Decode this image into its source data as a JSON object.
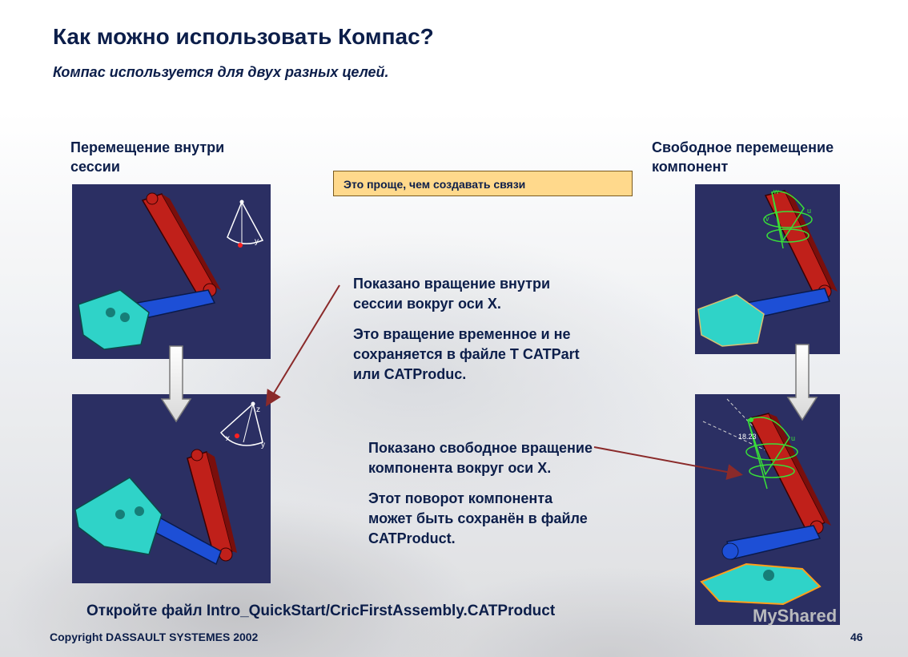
{
  "header": {
    "title": "Как можно использовать Компас?",
    "subtitle": "Компас используется для двух разных целей."
  },
  "left_column": {
    "label_line1": "Перемещение внутри",
    "label_line2": "сессии"
  },
  "right_column": {
    "label_line1": "Свободное перемещение",
    "label_line2": "компонент"
  },
  "note_box": {
    "text": "Это проще, чем создавать связи"
  },
  "session_text": {
    "p1_line1": "Показано вращение внутри",
    "p1_line2": "сессии вокруг оси X.",
    "p2_line1": "Это вращение временное и не",
    "p2_line2": "сохраняется в файле Т CATPart",
    "p2_line3": "или CATProduc."
  },
  "free_text": {
    "p1_line1": "Показано свободное вращение",
    "p1_line2": "компонента вокруг оси X.",
    "p2_line1": "Этот поворот компонента",
    "p2_line2": "может быть сохранён в файле",
    "p2_line3": "CATProduct."
  },
  "footer": {
    "open_file": "Откройте файл Intro_QuickStart/CricFirstAssembly.CATProduct",
    "copyright": "Copyright DASSAULT SYSTEMES 2002",
    "page_number": "46",
    "watermark": "MyShared"
  },
  "compass_labels": {
    "x": "x",
    "y": "y",
    "z": "z",
    "u": "u",
    "v": "v",
    "w": "w",
    "angle": "18.23"
  },
  "colors": {
    "title": "#0c1e4a",
    "note_box_bg": "#ffd98c",
    "panel_bg": "#2b2f63",
    "red_arm": "#c0201a",
    "blue_arm": "#1d4fd6",
    "cyan_base": "#2fd3c8",
    "arrow_line": "#8a2a2a"
  },
  "icons": [
    "compass-icon",
    "down-arrow-icon",
    "pointer-arrow-icon"
  ]
}
